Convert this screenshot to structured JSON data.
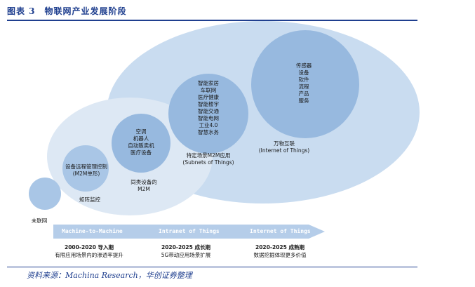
{
  "figure": {
    "title": "图表 3　物联网产业发展阶段",
    "source": "资料来源：Machina Research，华创证券整理"
  },
  "colors": {
    "big_ellipse": "#c9dcf0",
    "mid_ellipse": "#dde8f4",
    "small_circle": "#a9c6e6",
    "inner_circle": "#97b9df",
    "arrow": "#b5cde9",
    "title": "#1f3f8f"
  },
  "circles": {
    "unconnected": "未联网",
    "matrix": "矩阵监控",
    "m2m_single": [
      "设备远程管理控制",
      "(M2M单形)"
    ],
    "same_class": [
      "同类设备的",
      "M2M"
    ],
    "intranet_items": [
      "空调",
      "机器人",
      "自动贩卖机",
      "医疗设备"
    ],
    "subnets_items": [
      "智能家居",
      "车联网",
      "医疗健康",
      "智能楼宇",
      "智能交通",
      "智能电网",
      "工业4.0",
      "智慧水务"
    ],
    "subnets_caption": [
      "特定场景M2M应用",
      "(Subnets of Things)"
    ],
    "iot_items": [
      "传感器",
      "设备",
      "软件",
      "流程",
      "产品",
      "服务"
    ],
    "iot_caption": [
      "万物互联",
      "(Internet of Things)"
    ]
  },
  "timeline": {
    "arrow_labels": [
      "Machine-to-Machine",
      "Intranet of Things",
      "Internet of Things"
    ],
    "stages": [
      {
        "title": "2000-2020 导入期",
        "desc": "有限应用场景内的渗透率提升"
      },
      {
        "title": "2020-2025 成长期",
        "desc": "5G带动应用场景扩展"
      },
      {
        "title": "2020-2025 成熟期",
        "desc": "数据挖掘体现更多价值"
      }
    ]
  }
}
